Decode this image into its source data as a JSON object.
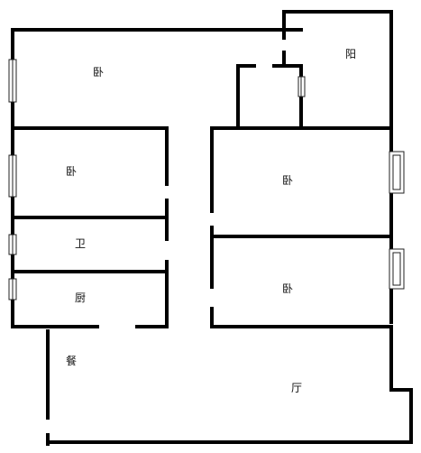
{
  "colors": {
    "wall": "#000000",
    "background": "#ffffff",
    "window_stroke": "#222222"
  },
  "rooms": {
    "balcony": "阳",
    "bedroom_top_left": "卧",
    "bedroom_mid_left": "卧",
    "bathroom": "卫",
    "kitchen": "厨",
    "bedroom_mid_right": "卧",
    "bedroom_low_right": "卧",
    "dining": "餐",
    "living": "厅"
  }
}
